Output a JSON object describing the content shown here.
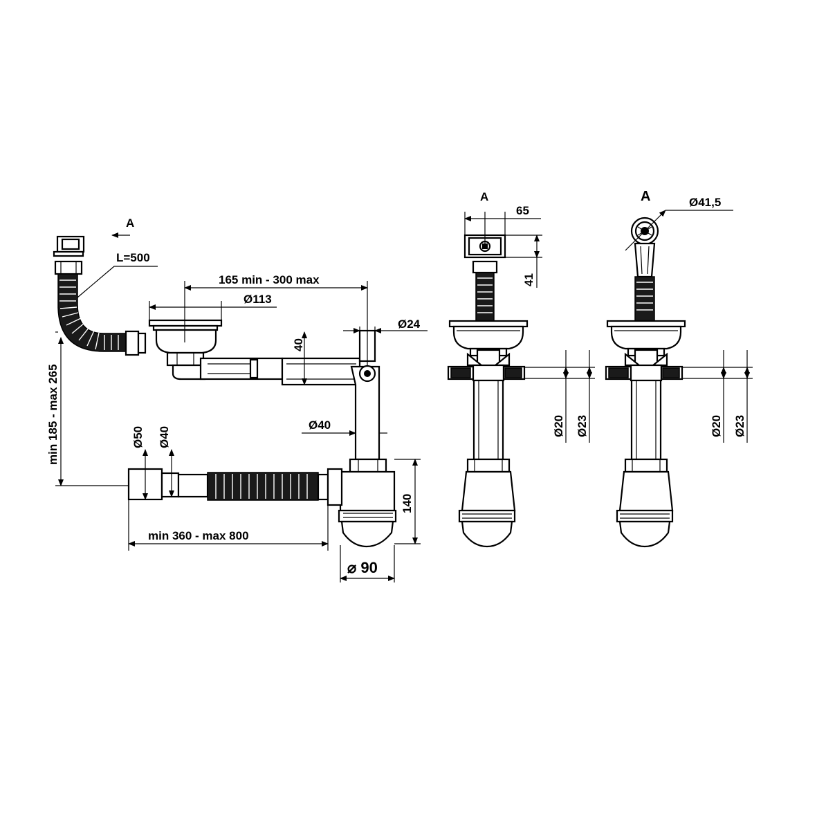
{
  "labels": {
    "view_a_arrow_label": "A",
    "view_a_center_title": "A",
    "view_a_right_title": "A",
    "hose_length": "L=500",
    "span": "165 min - 300 max",
    "bowl_dia": "Ø113",
    "overflow_height": "40",
    "tube_dia_24": "Ø24",
    "pipe_dia_40": "Ø40",
    "height_range": "min 185 - max 265",
    "outlet_dia_50": "Ø50",
    "outlet_dia_40": "Ø40",
    "length_range": "min 360 - max 800",
    "trap_height": "140",
    "trap_dia": "⌀ 90",
    "width_65": "65",
    "height_41": "41",
    "dia_20_center": "Ø20",
    "dia_23_center": "Ø23",
    "dia_41_5": "Ø41,5",
    "dia_20_right": "Ø20",
    "dia_23_right": "Ø23"
  }
}
